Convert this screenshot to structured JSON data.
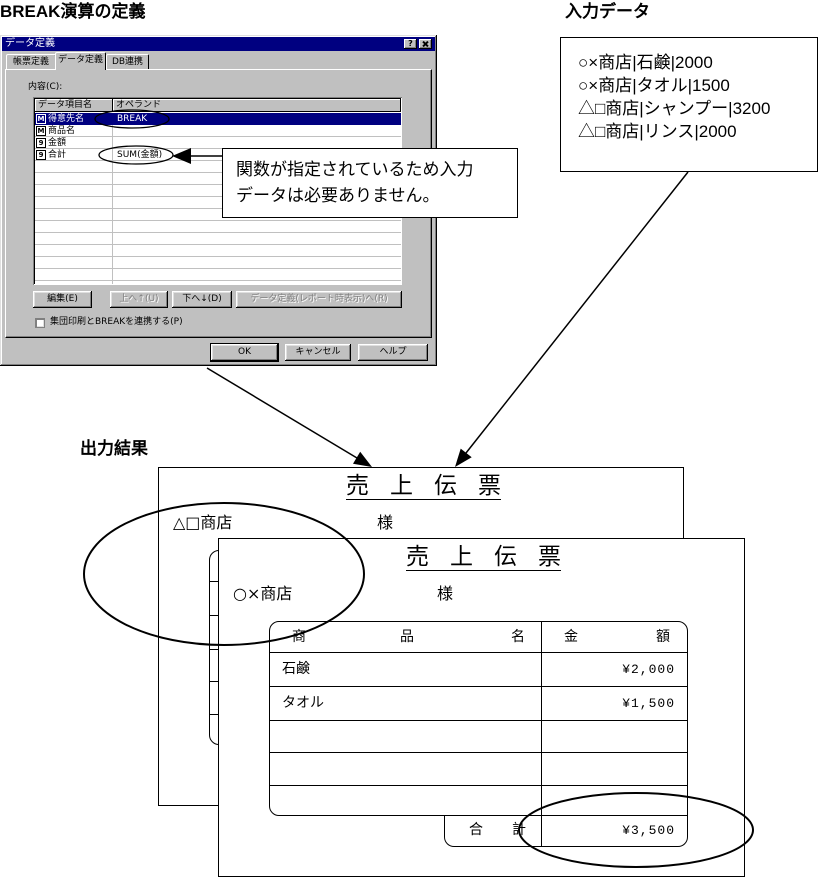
{
  "headings": {
    "break_definition": "BREAK演算の定義",
    "input_data": "入力データ",
    "output_result": "出力結果"
  },
  "input_data": {
    "lines": [
      "○×商店|石鹸|2000",
      "○×商店|タオル|1500",
      "△□商店|シャンプー|3200",
      "△□商店|リンス|2000"
    ]
  },
  "callout": {
    "line1": "関数が指定されているため入力",
    "line2": "データは必要ありません。"
  },
  "dialog": {
    "title": "データ定義",
    "help_glyph": "?",
    "tabs": [
      {
        "label": "帳票定義",
        "active": false
      },
      {
        "label": "データ定義",
        "active": true
      },
      {
        "label": "DB連携",
        "active": false
      }
    ],
    "contents_label": "内容(C):",
    "columns": [
      "データ項目名",
      "オペランド"
    ],
    "rows": [
      {
        "icon": "text-field-icon",
        "glyph": "M",
        "name": "得意先名",
        "operand": "BREAK",
        "selected": true
      },
      {
        "icon": "text-field-icon",
        "glyph": "M",
        "name": "商品名",
        "selected": false
      },
      {
        "icon": "numeric-field-icon",
        "glyph": "9",
        "name": "金額",
        "selected": false
      },
      {
        "icon": "numeric-field-icon",
        "glyph": "9",
        "name": "合計",
        "operand": "SUM(金額)",
        "selected": false
      }
    ],
    "buttons": {
      "edit": {
        "label": "編集(E)",
        "enabled": true
      },
      "up": {
        "label": "上へ↑(U)",
        "enabled": false
      },
      "down": {
        "label": "下へ↓(D)",
        "enabled": true
      },
      "data_definition": {
        "label": "データ定義(レポート時表示)へ(R)",
        "enabled": false
      },
      "ok": {
        "label": "OK",
        "enabled": true
      },
      "cancel": {
        "label": "キャンセル",
        "enabled": true
      },
      "help": {
        "label": "ヘルプ",
        "enabled": true
      }
    },
    "checkbox": {
      "label": "集団印刷とBREAKを連携する(P)",
      "checked": false
    },
    "colors": {
      "face": "#c0c0c0",
      "titlebar": "#000080",
      "selection": "#000080"
    }
  },
  "slip_back": {
    "title_chars": [
      "売",
      "上",
      "伝",
      "票"
    ],
    "customer": "△□商店",
    "honorific": "様"
  },
  "slip_front": {
    "title_chars": [
      "売",
      "上",
      "伝",
      "票"
    ],
    "customer": "○×商店",
    "honorific": "様",
    "header": {
      "item_chars": [
        "商",
        "品",
        "名"
      ],
      "amount_chars": [
        "金",
        "額"
      ]
    },
    "rows": [
      {
        "item": "石鹸",
        "amount": "¥2,000"
      },
      {
        "item": "タオル",
        "amount": "¥1,500"
      }
    ],
    "total": {
      "label_chars": [
        "合",
        "計"
      ],
      "amount": "¥3,500"
    }
  }
}
